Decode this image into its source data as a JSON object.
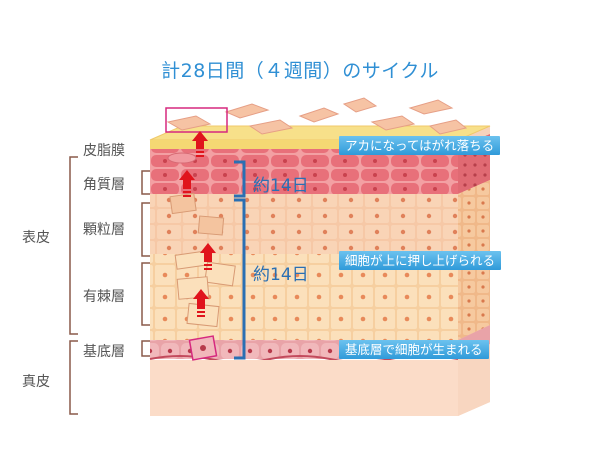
{
  "title": "計28日間（４週間）のサイクル",
  "layers": {
    "sebum": "皮脂膜",
    "stratum_corneum": "角質層",
    "granular": "顆粒層",
    "spinous": "有棘層",
    "basal": "基底層"
  },
  "groups": {
    "epidermis": "表皮",
    "dermis": "真皮"
  },
  "durations": {
    "upper": "約14日",
    "lower": "約14日"
  },
  "notes": {
    "flake_off": "アカになってはがれ落ちる",
    "pushed_up": "細胞が上に押し上げられる",
    "born": "基底層で細胞が生まれる"
  },
  "colors": {
    "title": "#2f8fd4",
    "arrow": "#e0141c",
    "bracket": "#2a6fb3",
    "note_bg": "#3aa5e0",
    "horny_cells": "#e8707a",
    "layer_cells": "#f2b98e",
    "dermis": "#fbdcc8",
    "sebum": "#f7e08a"
  },
  "icons": [
    "up-arrow-icon"
  ]
}
